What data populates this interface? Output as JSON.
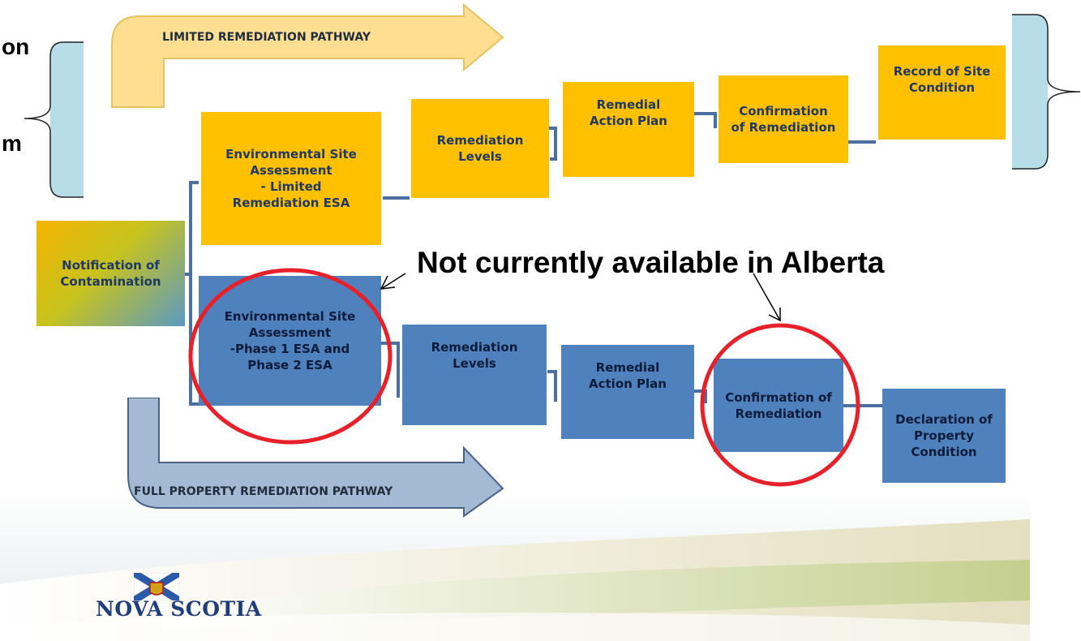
{
  "pathways": {
    "limited": "LIMITED REMEDIATION PATHWAY",
    "full": "FULL PROPERTY REMEDIATION PATHWAY"
  },
  "boxes": {
    "notification": "Notification of\nContamination",
    "esa_limited": "Environmental Site\nAssessment\n- Limited\nRemediation ESA",
    "levels_limited": "Remediation\nLevels",
    "rap_limited": "Remedial\nAction Plan",
    "confirm_limited": "Confirmation\nof Remediation",
    "record": "Record of Site\nCondition",
    "esa_full": "Environmental Site\nAssessment\n-Phase 1 ESA and\nPhase 2 ESA",
    "levels_full": "Remediation\nLevels",
    "rap_full": "Remedial\nAction Plan",
    "confirm_full": "Confirmation of\nRemediation",
    "declaration": "Declaration of\nProperty\nCondition"
  },
  "callout": "Not currently available in Alberta",
  "edge_text": {
    "line1": "on",
    "line2": "m"
  },
  "logo": "NOVA SCOTIA",
  "colors": {
    "yellow": "#ffc000",
    "blue": "#4f81bd",
    "highlight_red": "#e8202a",
    "bracket_fill": "#b7dde8"
  }
}
